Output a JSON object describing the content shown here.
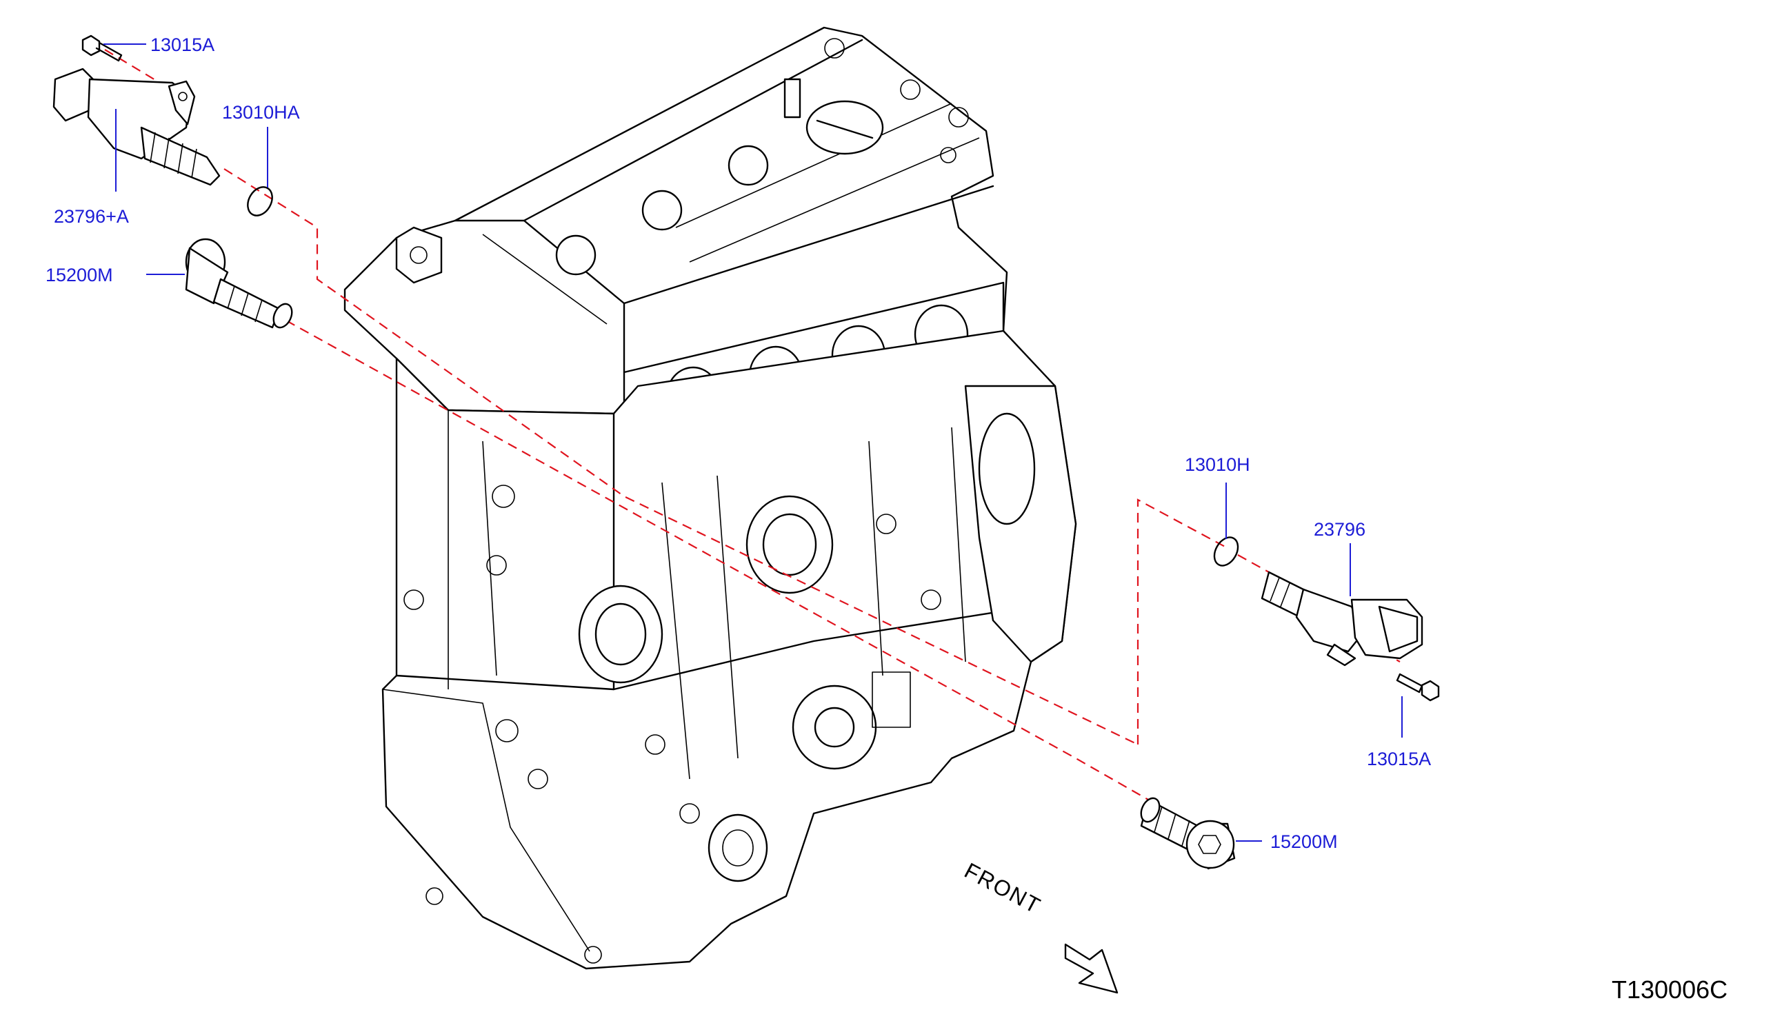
{
  "labels": {
    "bolt_top": "13015A",
    "oring_top": "13010HA",
    "solenoid_top": "23796+A",
    "filter_top": "15200M",
    "oring_right": "13010H",
    "solenoid_right": "23796",
    "bolt_right": "13015A",
    "filter_right": "15200M"
  },
  "front_label": "FRONT",
  "diagram_code": "T130006C",
  "colors": {
    "label_text": "#1c1cd6",
    "leader_line": "#1c1cd6",
    "guide_dash": "#e0141e",
    "line_art": "#000000"
  }
}
